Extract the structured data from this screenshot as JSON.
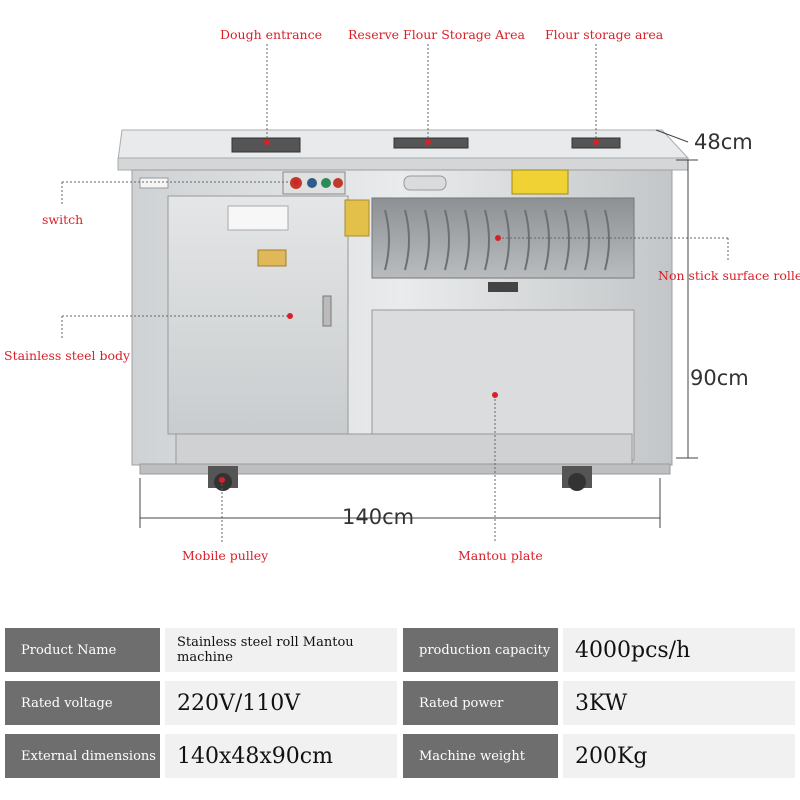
{
  "annotations": {
    "dough_entrance": "Dough entrance",
    "reserve_flour": "Reserve Flour Storage Area",
    "flour_storage": "Flour storage area",
    "switch": "switch",
    "non_stick_roller": "Non stick surface roller",
    "stainless_body": "Stainless steel body",
    "mobile_pulley": "Mobile pulley",
    "mantou_plate": "Mantou plate"
  },
  "dimensions": {
    "depth": "48cm",
    "height": "90cm",
    "width": "140cm"
  },
  "specs": [
    {
      "key": "Product Name",
      "value": "Stainless steel roll Mantou machine",
      "key2": "production capacity",
      "value2": "4000pcs/h"
    },
    {
      "key": "Rated voltage",
      "value": "220V/110V",
      "key2": "Rated power",
      "value2": "3KW"
    },
    {
      "key": "External dimensions",
      "value": "140x48x90cm",
      "key2": "Machine weight",
      "value2": "200Kg"
    }
  ],
  "colors": {
    "annotation": "#d8202a",
    "spec_key_bg": "#6e6e6e",
    "spec_val_bg": "#f1f1f1"
  }
}
